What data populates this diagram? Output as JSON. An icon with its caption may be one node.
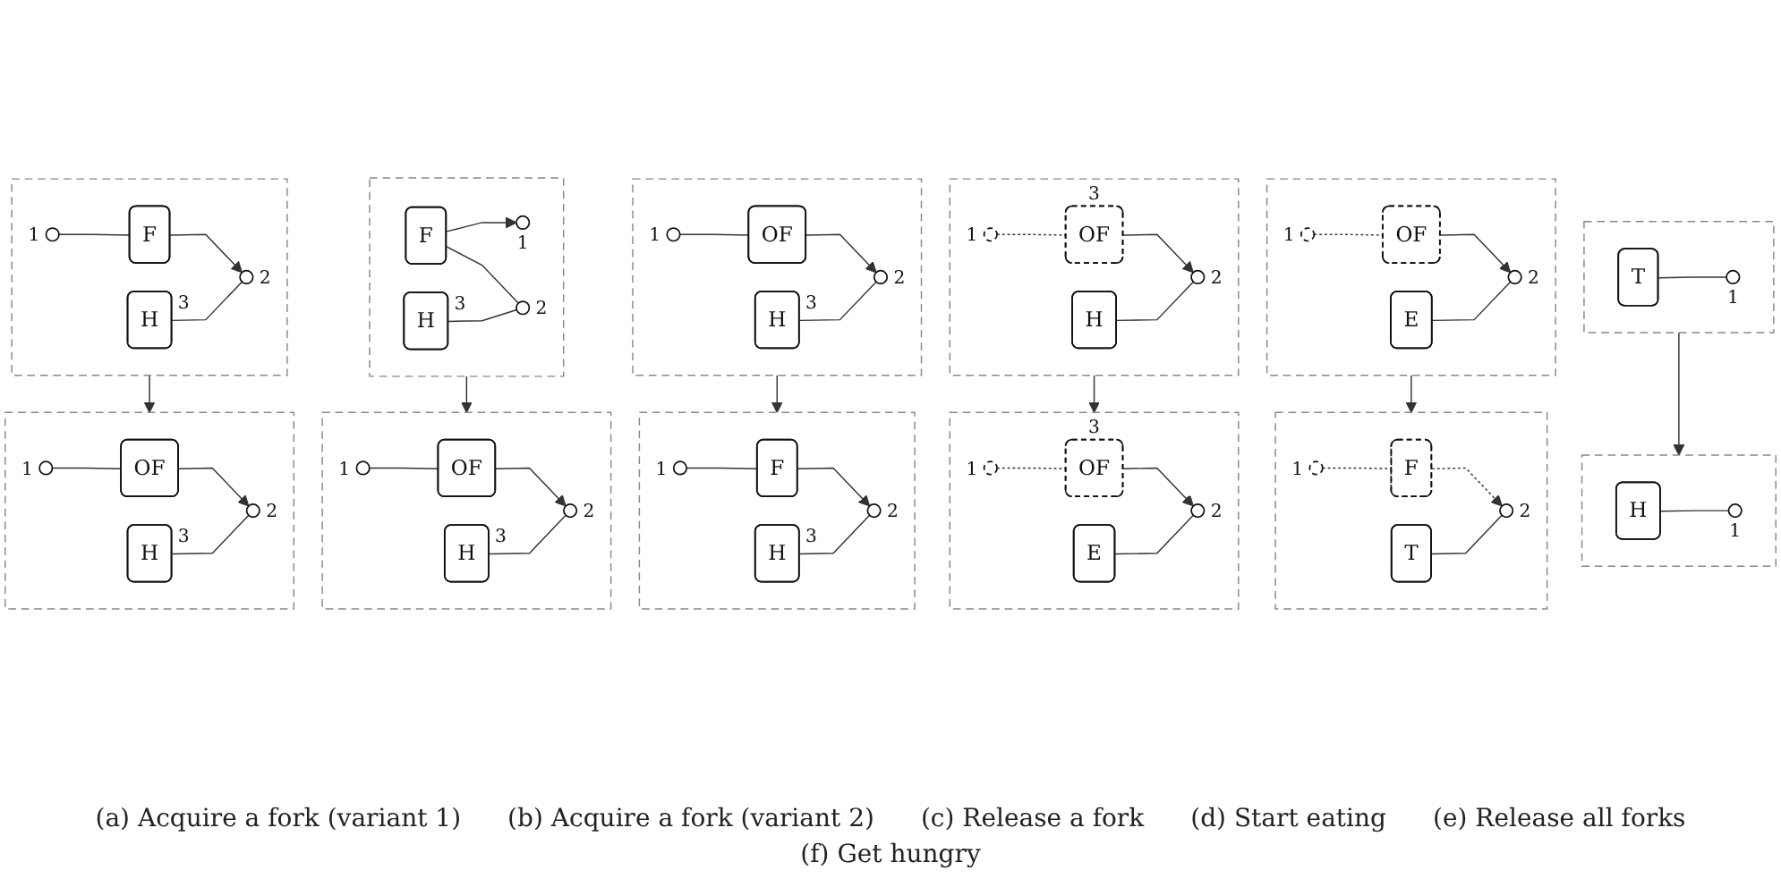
{
  "diagram": {
    "nodes": [
      {
        "text": [],
        "shape": "box"
      },
      {
        "text": [
          "H"
        ],
        "in": 0,
        "beside": [
          "3"
        ]
      },
      {
        "text": [],
        "shape": "circle",
        "in": 0,
        "beside": [
          "1"
        ]
      },
      {
        "text": [
          "F"
        ],
        "in": 0
      },
      {
        "text": [],
        "shape": "circle",
        "in": 0,
        "beside": [
          "2"
        ]
      },
      {
        "text": [],
        "shape": "box"
      },
      {
        "text": [
          "H"
        ],
        "in": 5,
        "beside": [
          "3"
        ]
      },
      {
        "text": [],
        "shape": "circle",
        "in": 5,
        "beside": [
          "1"
        ]
      },
      {
        "text": [
          "OF"
        ],
        "in": 5
      },
      {
        "text": [],
        "shape": "circle",
        "in": 5,
        "beside": [
          "2"
        ]
      },
      {
        "text": [],
        "shape": "box"
      },
      {
        "text": [
          "H"
        ],
        "in": 10,
        "beside": [
          "3"
        ]
      },
      {
        "text": [],
        "shape": "circle",
        "in": 10,
        "beside": [
          "1"
        ]
      },
      {
        "text": [
          "F"
        ],
        "in": 10
      },
      {
        "text": [],
        "shape": "circle",
        "in": 10,
        "beside": [
          "2"
        ]
      },
      {
        "text": [],
        "shape": "box"
      },
      {
        "text": [
          "H"
        ],
        "in": 15,
        "beside": [
          "3"
        ]
      },
      {
        "text": [],
        "shape": "circle",
        "in": 15,
        "beside": [
          "1"
        ]
      },
      {
        "text": [
          "OF"
        ],
        "in": 15
      },
      {
        "text": [],
        "shape": "circle",
        "in": 15,
        "beside": [
          "2"
        ]
      },
      {
        "text": [],
        "shape": "box"
      },
      {
        "text": [
          "H"
        ],
        "in": 20,
        "beside": [
          "3"
        ]
      },
      {
        "text": [],
        "shape": "circle",
        "in": 20,
        "beside": [
          "1"
        ]
      },
      {
        "text": [
          "OF"
        ],
        "in": 20
      },
      {
        "text": [],
        "shape": "circle",
        "in": 20,
        "beside": [
          "2"
        ]
      },
      {
        "text": [],
        "shape": "box"
      },
      {
        "text": [
          "H"
        ],
        "in": 25,
        "beside": [
          "3"
        ]
      },
      {
        "text": [],
        "shape": "circle",
        "in": 25,
        "beside": [
          "1"
        ]
      },
      {
        "text": [
          "F"
        ],
        "in": 25
      },
      {
        "text": [],
        "shape": "circle",
        "in": 25,
        "beside": [
          "2"
        ]
      },
      {
        "text": [],
        "shape": "box"
      },
      {
        "text": [
          "H"
        ],
        "in": 30
      },
      {
        "text": [],
        "shape": "circle",
        "in": 30,
        "beside": [
          "1"
        ]
      },
      {
        "text": [
          "OF"
        ],
        "in": 30,
        "beside": [
          "3"
        ]
      },
      {
        "text": [],
        "shape": "circle",
        "in": 30,
        "beside": [
          "2"
        ]
      },
      {
        "text": [],
        "shape": "box"
      },
      {
        "text": [
          "E"
        ],
        "in": 35
      },
      {
        "text": [],
        "shape": "circle",
        "in": 35,
        "beside": [
          "1"
        ]
      },
      {
        "text": [
          "OF"
        ],
        "in": 35,
        "beside": [
          "3"
        ]
      },
      {
        "text": [],
        "shape": "circle",
        "in": 35,
        "beside": [
          "2"
        ]
      },
      {
        "text": [],
        "shape": "box"
      },
      {
        "text": [
          "E"
        ],
        "in": 40
      },
      {
        "text": [],
        "shape": "circle",
        "in": 40,
        "beside": [
          "1"
        ]
      },
      {
        "text": [
          "OF"
        ],
        "in": 40
      },
      {
        "text": [],
        "shape": "circle",
        "in": 40,
        "beside": [
          "2"
        ]
      },
      {
        "text": [],
        "shape": "box"
      },
      {
        "text": [
          "T"
        ],
        "in": 45
      },
      {
        "text": [],
        "shape": "circle",
        "in": 45,
        "beside": [
          "1"
        ]
      },
      {
        "text": [
          "F"
        ],
        "in": 45
      },
      {
        "text": [],
        "shape": "circle",
        "in": 45,
        "beside": [
          "2"
        ]
      },
      {
        "text": [],
        "shape": "box"
      },
      {
        "text": [
          "T"
        ],
        "in": 50
      },
      {
        "text": [],
        "shape": "circle",
        "in": 50,
        "beside": [
          "1"
        ]
      },
      {
        "text": [],
        "shape": "box"
      },
      {
        "text": [
          "H"
        ],
        "in": 53
      },
      {
        "text": [],
        "shape": "circle",
        "in": 53,
        "beside": [
          "1"
        ]
      }
    ],
    "edges": [
      {
        "from": 2,
        "to": 3,
        "arrow": "none"
      },
      {
        "from": 3,
        "to": 4,
        "arrow": "to"
      },
      {
        "from": 1,
        "to": 4,
        "arrow": "none"
      },
      {
        "from": 0,
        "to": 5,
        "arrow": "to"
      },
      {
        "from": 7,
        "to": 8,
        "arrow": "none"
      },
      {
        "from": 8,
        "to": 9,
        "arrow": "to"
      },
      {
        "from": 6,
        "to": 9,
        "arrow": "none"
      },
      {
        "from": 13,
        "to": 12,
        "arrow": "to"
      },
      {
        "from": 13,
        "to": 14,
        "arrow": "none"
      },
      {
        "from": 11,
        "to": 14,
        "arrow": "none"
      },
      {
        "from": 10,
        "to": 15,
        "arrow": "to"
      },
      {
        "from": 17,
        "to": 18,
        "arrow": "none"
      },
      {
        "from": 18,
        "to": 19,
        "arrow": "to"
      },
      {
        "from": 16,
        "to": 19,
        "arrow": "none"
      },
      {
        "from": 22,
        "to": 23,
        "arrow": "none"
      },
      {
        "from": 23,
        "to": 24,
        "arrow": "to"
      },
      {
        "from": 21,
        "to": 24,
        "arrow": "none"
      },
      {
        "from": 20,
        "to": 25,
        "arrow": "to"
      },
      {
        "from": 27,
        "to": 28,
        "arrow": "none"
      },
      {
        "from": 28,
        "to": 29,
        "arrow": "to"
      },
      {
        "from": 26,
        "to": 29,
        "arrow": "none"
      },
      {
        "from": 32,
        "to": 33,
        "arrow": "none",
        "style": "dashed"
      },
      {
        "from": 33,
        "to": 34,
        "arrow": "to"
      },
      {
        "from": 31,
        "to": 34,
        "arrow": "none"
      },
      {
        "from": 30,
        "to": 35,
        "arrow": "to"
      },
      {
        "from": 37,
        "to": 38,
        "arrow": "none",
        "style": "dashed"
      },
      {
        "from": 38,
        "to": 39,
        "arrow": "to"
      },
      {
        "from": 36,
        "to": 39,
        "arrow": "none"
      },
      {
        "from": 42,
        "to": 43,
        "arrow": "none",
        "style": "dashed"
      },
      {
        "from": 43,
        "to": 44,
        "arrow": "to"
      },
      {
        "from": 41,
        "to": 44,
        "arrow": "none"
      },
      {
        "from": 40,
        "to": 45,
        "arrow": "to"
      },
      {
        "from": 47,
        "to": 48,
        "arrow": "none",
        "style": "dashed"
      },
      {
        "from": 48,
        "to": 49,
        "arrow": "to",
        "style": "dashed"
      },
      {
        "from": 46,
        "to": 49,
        "arrow": "none"
      },
      {
        "from": 51,
        "to": 52,
        "arrow": "none"
      },
      {
        "from": 50,
        "to": 53,
        "arrow": "to"
      },
      {
        "from": 54,
        "to": 55,
        "arrow": "none"
      }
    ],
    "labels": [
      "(a) Acquire a fork (variant 1)",
      "(b) Acquire a fork (variant 2)",
      "(c) Release a fork",
      "(d) Start eating",
      "(e) Release all forks",
      "(f) Get hungry"
    ]
  }
}
